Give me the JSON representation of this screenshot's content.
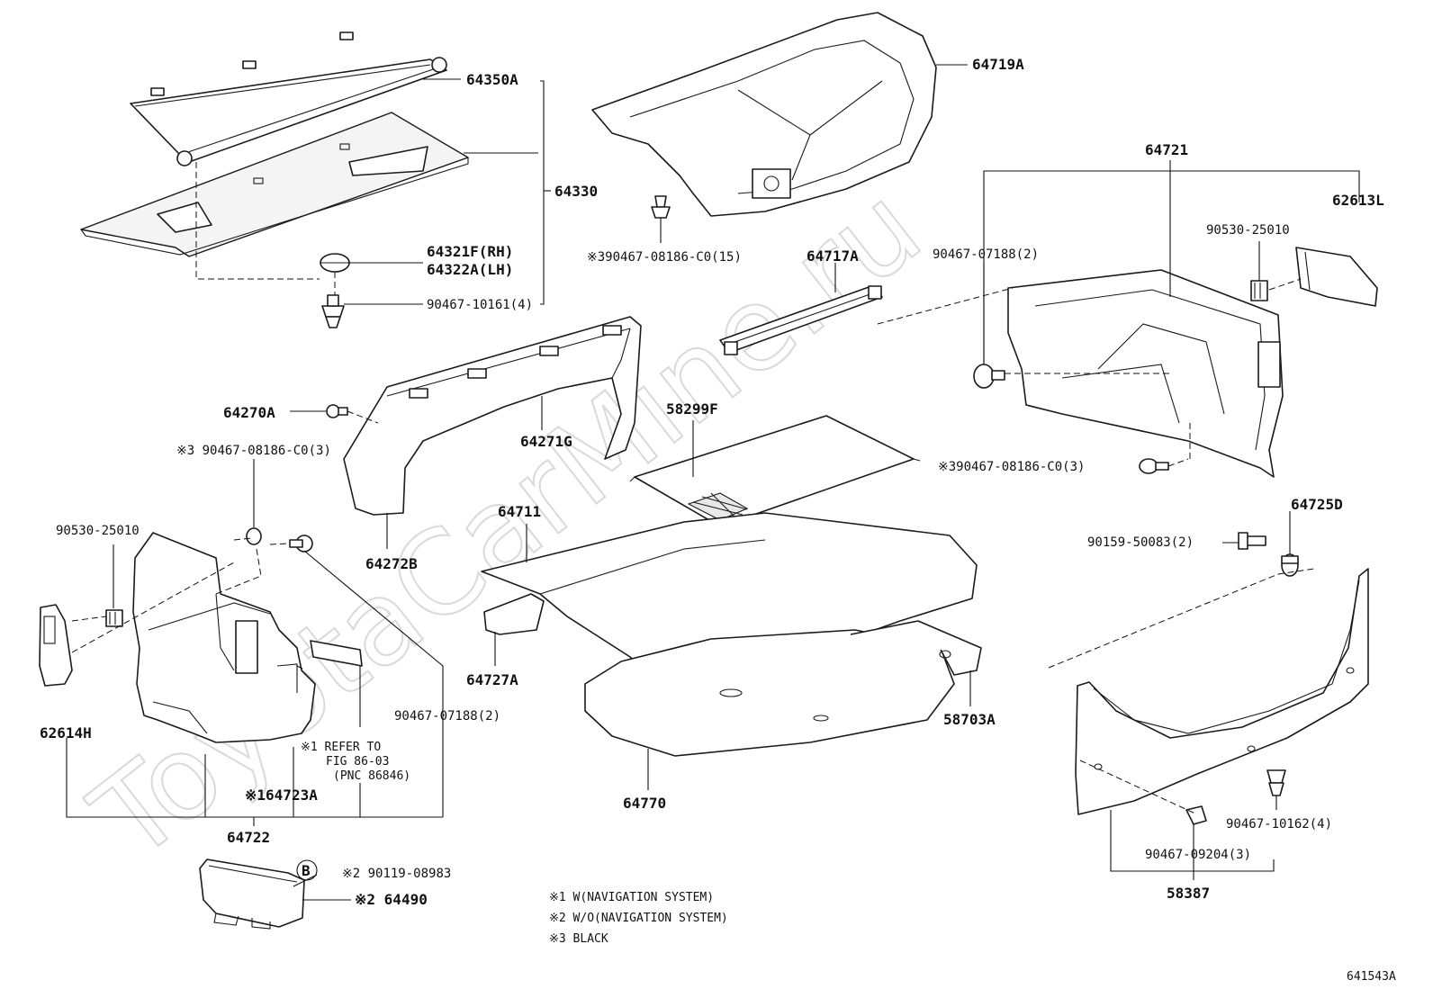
{
  "watermark": "ToyotaCarMine.ru",
  "labels": {
    "p64350A": "64350A",
    "p64330": "64330",
    "p64321F": "64321F(RH)",
    "p64322A": "64322A(LH)",
    "p90467_10161": "90467-10161(4)",
    "p64719A": "64719A",
    "p90467_08186_top": "※390467-08186-C0(15)",
    "p64721": "64721",
    "p62613L": "62613L",
    "p90530_25010_r": "90530-25010",
    "p90467_07188_r": "90467-07188(2)",
    "p64717A": "64717A",
    "p64270A": "64270A",
    "p64271G": "64271G",
    "p58299F": "58299F",
    "p90467_08186_left": "※3 90467-08186-C0(3)",
    "p90467_08186_right": "※390467-08186-C0(3)",
    "p90530_25010_l": "90530-25010",
    "p64272B": "64272B",
    "p64711": "64711",
    "p64725D": "64725D",
    "p90159_50083": "90159-50083(2)",
    "p64727A": "64727A",
    "p62614H": "62614H",
    "p90467_07188_l": "90467-07188(2)",
    "p58703A": "58703A",
    "refer1": "※1 REFER TO",
    "refer2": "FIG 86-03",
    "refer3": "(PNC 86846)",
    "p64723A": "※164723A",
    "p64770": "64770",
    "p64722": "64722",
    "p90467_10162": "90467-10162(4)",
    "p90467_09204": "90467-09204(3)",
    "p58387": "58387",
    "circleB": "B",
    "p90119_08983": "※2 90119-08983",
    "p64490": "※2 64490",
    "legend1": "※1 W(NAVIGATION SYSTEM)",
    "legend2": "※2 W/O(NAVIGATION SYSTEM)",
    "legend3": "※3 BLACK",
    "figure_id": "641543A"
  }
}
